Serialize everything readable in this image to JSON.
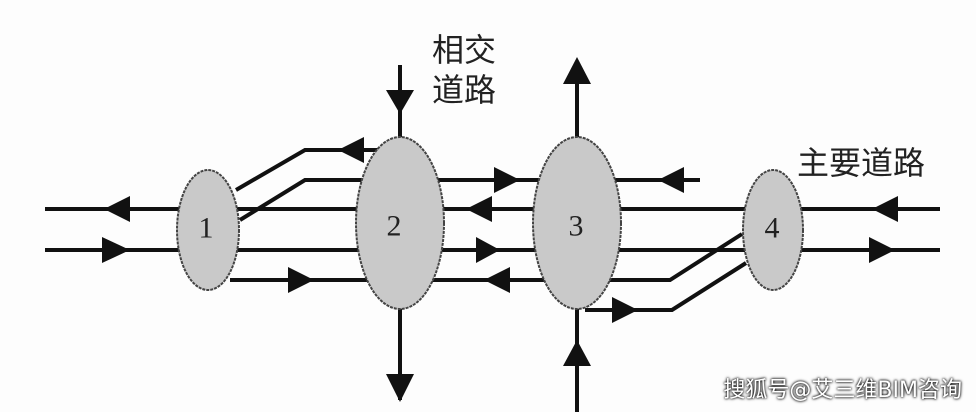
{
  "labels": {
    "crossing_road": "相交道路",
    "main_road": "主要道路"
  },
  "nodes": [
    "1",
    "2",
    "3",
    "4"
  ],
  "watermark": "搜狐号@艾三维BIM咨询",
  "colors": {
    "node_fill": "#c9c9c9",
    "line": "#111111"
  }
}
